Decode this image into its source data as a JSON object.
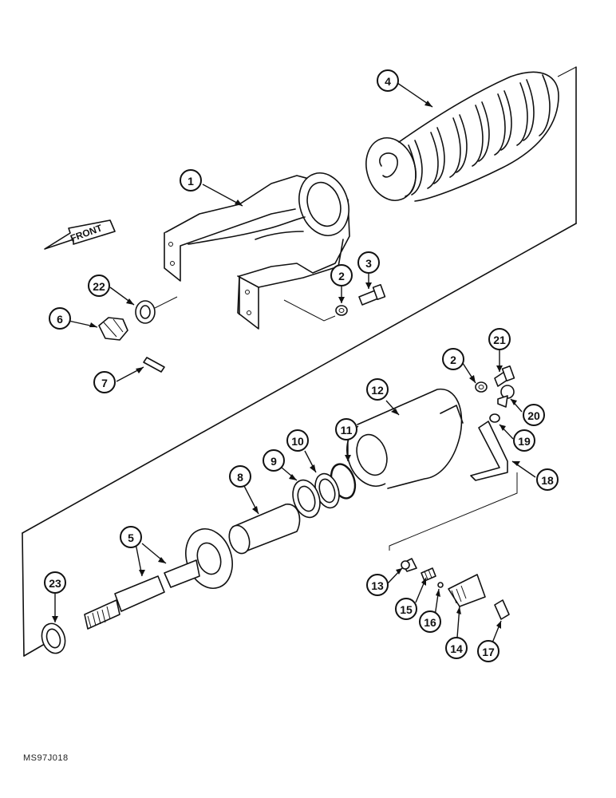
{
  "front_label": "FRONT",
  "drawing_code": "MS97J018",
  "callouts": [
    "1",
    "2",
    "3",
    "4",
    "6",
    "22",
    "7",
    "2",
    "21",
    "12",
    "20",
    "19",
    "18",
    "11",
    "10",
    "9",
    "8",
    "5",
    "23",
    "13",
    "15",
    "16",
    "14",
    "17"
  ],
  "colors": {
    "line": "#111111",
    "background": "#ffffff"
  }
}
